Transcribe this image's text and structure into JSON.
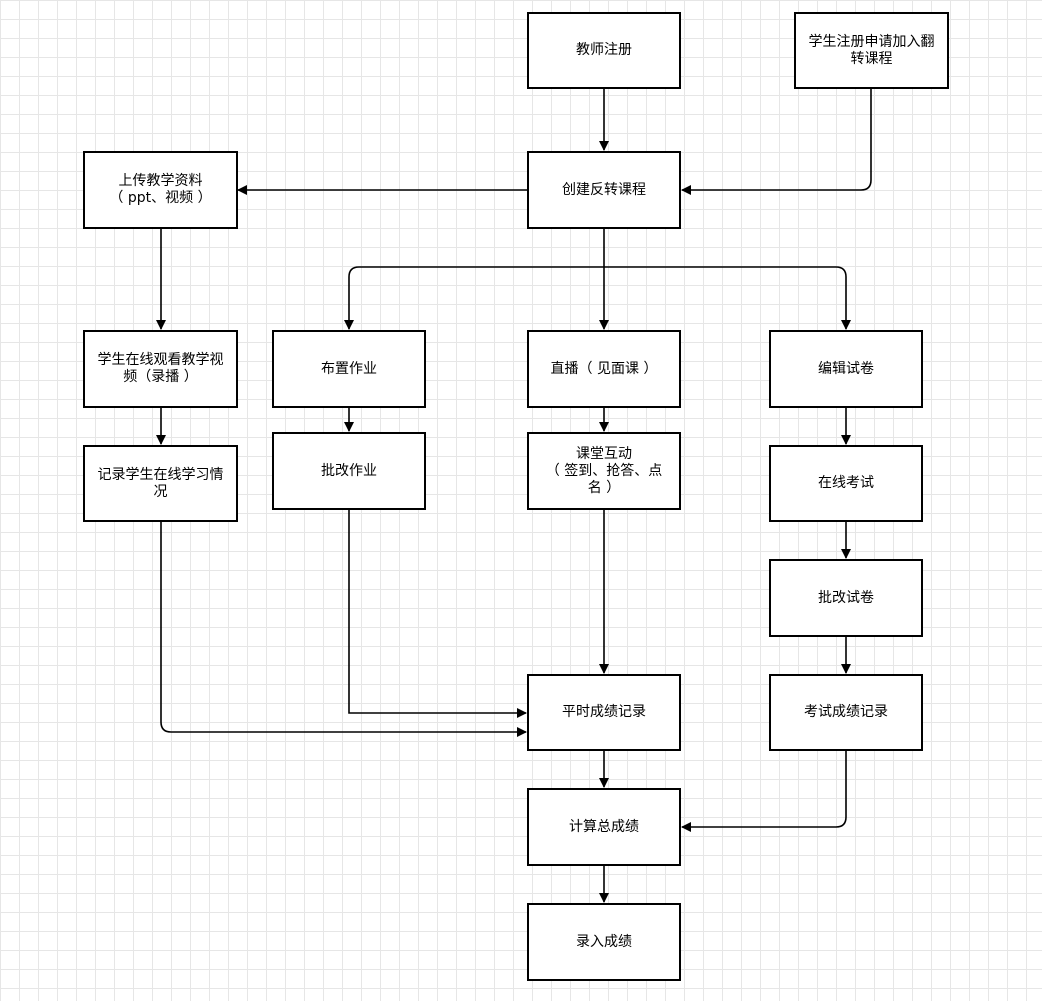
{
  "nodes": {
    "teacher_register": "教师注册",
    "student_register": "学生注册申请加入翻\n转课程",
    "create_course": "创建反转课程",
    "upload_materials": "上传教学资料\n（ ppt、视频 ）",
    "watch_video": "学生在线观看教学视\n频（录播 ）",
    "record_learning": "记录学生在线学习情\n况",
    "assign_homework": "布置作业",
    "grade_homework": "批改作业",
    "live_class": "直播（ 见面课 ）",
    "class_interaction": "课堂互动\n（ 签到、抢答、点\n名 ）",
    "edit_exam": "编辑试卷",
    "online_exam": "在线考试",
    "grade_exam": "批改试卷",
    "exam_score_record": "考试成绩记录",
    "regular_score_record": "平时成绩记录",
    "calc_total": "计算总成绩",
    "enter_grades": "录入成绩"
  },
  "colors": {
    "stroke": "#000000",
    "fill": "#ffffff",
    "grid": "#e6e6e6"
  }
}
